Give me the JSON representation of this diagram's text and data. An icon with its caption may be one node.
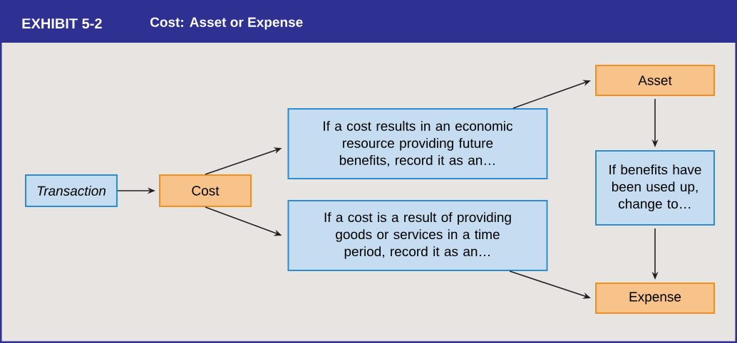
{
  "diagram": {
    "title": "Cost: Asset or Expense",
    "nodes": [
      {
        "text": [
          "Transaction"
        ]
      },
      {
        "text": [
          "Cost"
        ]
      },
      {
        "text": [
          "If a cost results in an economic resource providing future benefits, record it as an…"
        ]
      },
      {
        "text": [
          "If a cost is a result of providing goods or services in a time period, record it as an…"
        ]
      },
      {
        "text": [
          "Asset"
        ]
      },
      {
        "text": [
          "If benefits have been used up, change to…"
        ]
      },
      {
        "text": [
          "Expense"
        ]
      }
    ],
    "edges": [
      {
        "from": 0,
        "to": 1,
        "arrow": "to"
      },
      {
        "from": 1,
        "to": 2,
        "arrow": "to"
      },
      {
        "from": 1,
        "to": 3,
        "arrow": "to"
      },
      {
        "from": 2,
        "to": 4,
        "arrow": "to"
      },
      {
        "from": 3,
        "to": 6,
        "arrow": "to"
      },
      {
        "from": 4,
        "to": 5,
        "arrow": "to"
      },
      {
        "from": 5,
        "to": 6,
        "arrow": "to"
      }
    ],
    "labels": [
      "EXHIBIT 5-2"
    ]
  }
}
